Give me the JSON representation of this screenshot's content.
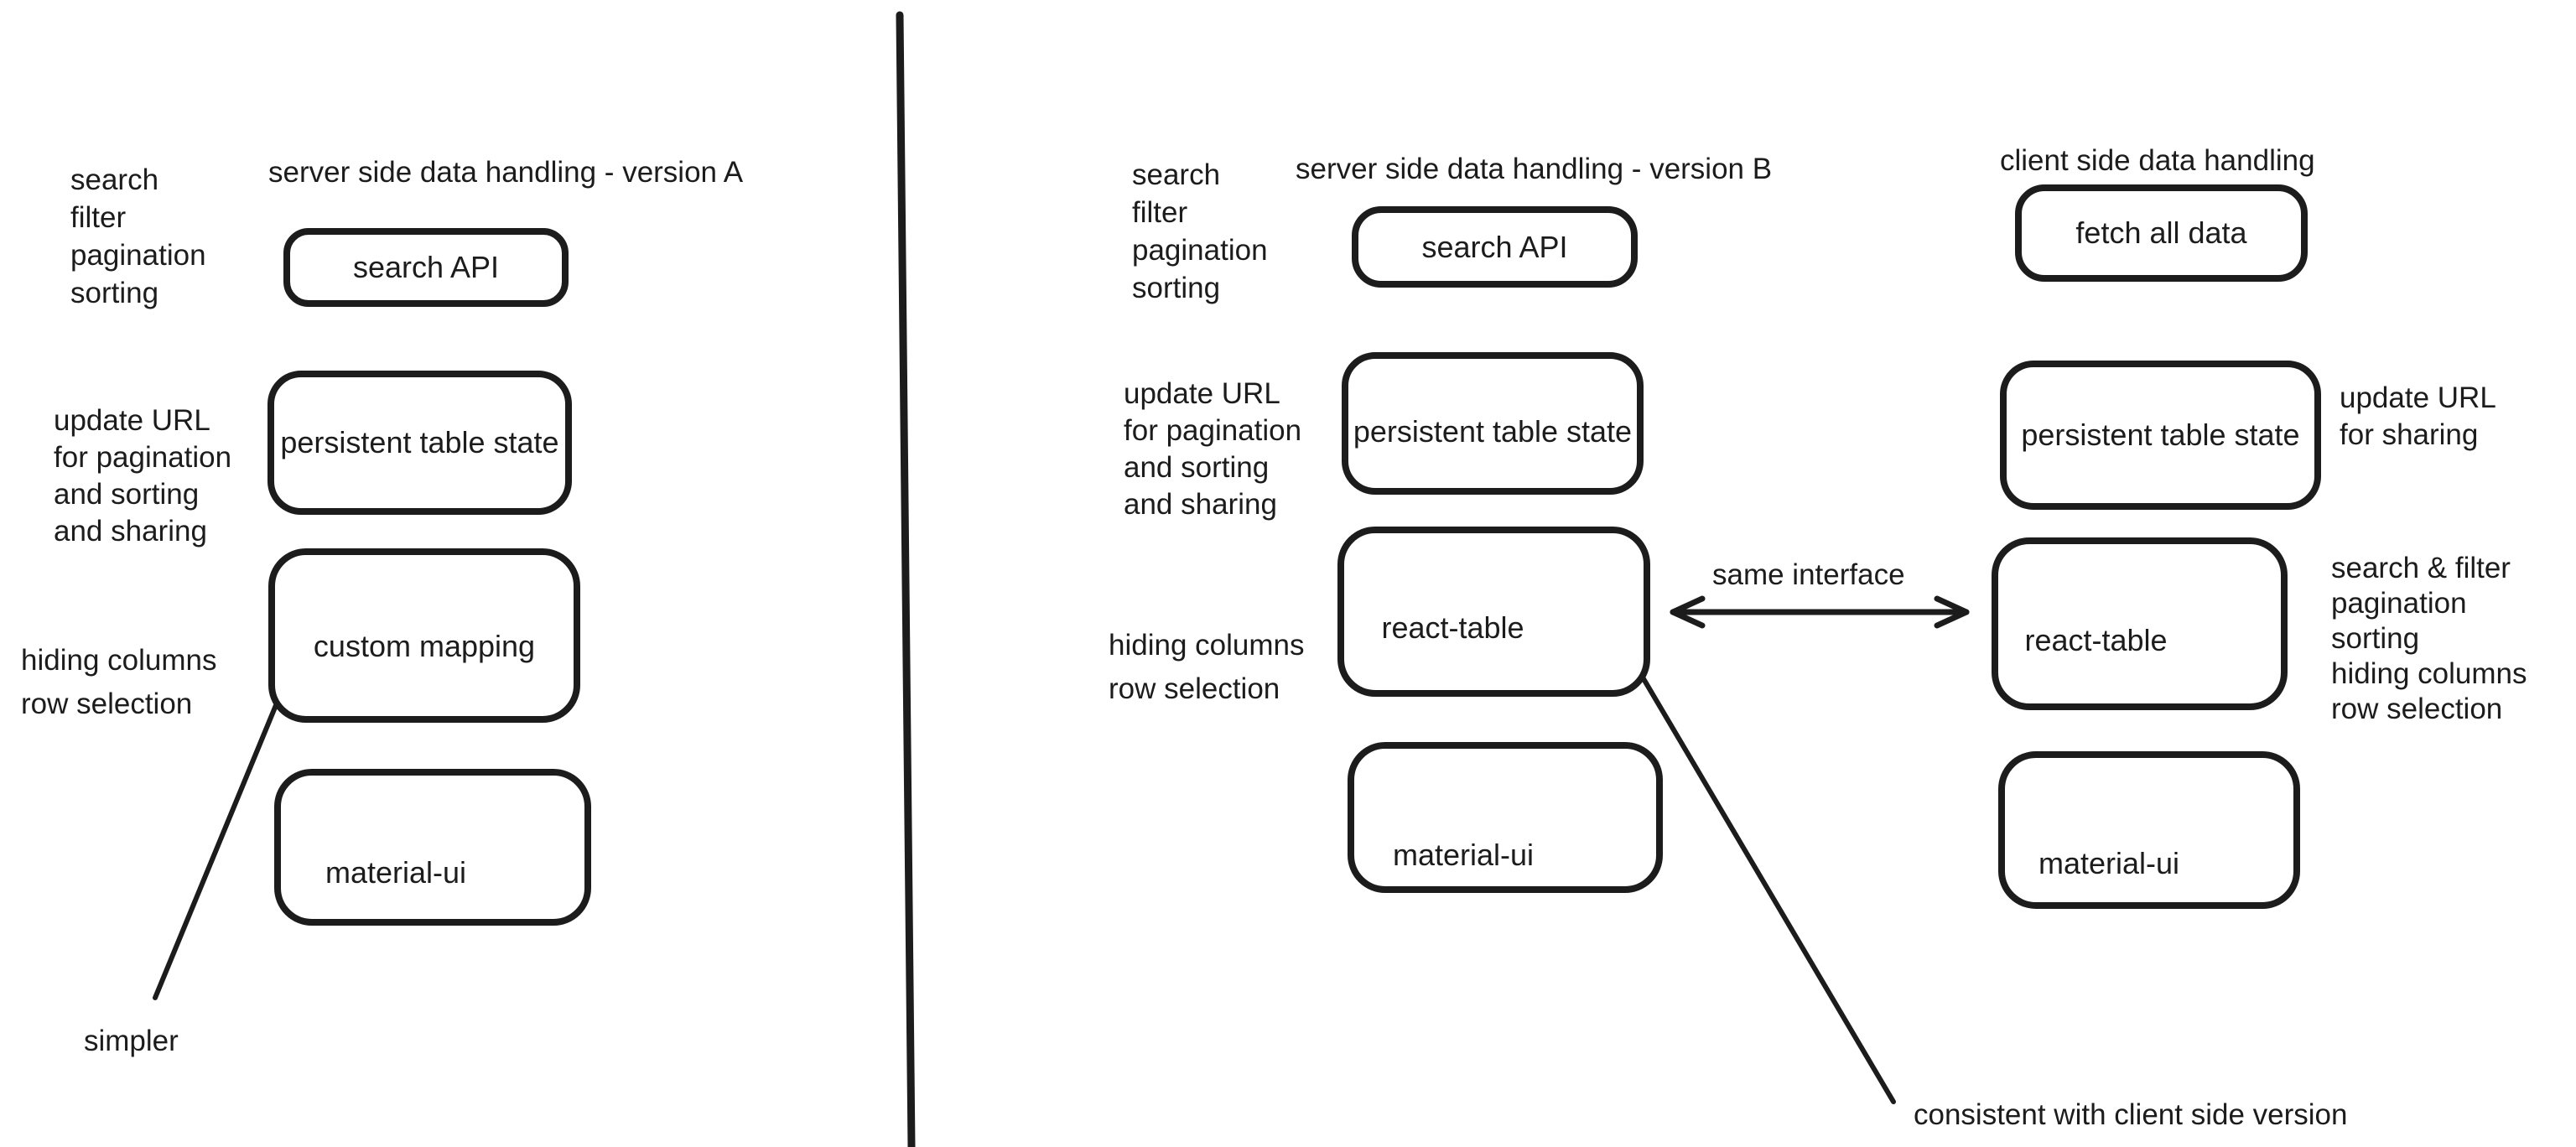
{
  "colors": {
    "ink": "#1c1c1c",
    "background": "#ffffff"
  },
  "columns": {
    "version_a": {
      "title": "server side data handling - version A",
      "feature_notes": [
        "search",
        "filter",
        "pagination",
        "sorting"
      ],
      "update_url_note": [
        "update URL",
        "for pagination",
        "and sorting",
        "and sharing"
      ],
      "table_feature_notes": [
        "hiding columns",
        "row selection"
      ],
      "simpler_note": "simpler",
      "boxes": {
        "search_api": "search API",
        "persistent_table_state": "persistent table state",
        "custom_mapping": "custom mapping",
        "material_ui": "material-ui"
      }
    },
    "version_b": {
      "title": "server side data handling - version B",
      "feature_notes": [
        "search",
        "filter",
        "pagination",
        "sorting"
      ],
      "update_url_note": [
        "update URL",
        "for pagination",
        "and sorting",
        "and sharing"
      ],
      "table_feature_notes": [
        "hiding columns",
        "row selection"
      ],
      "boxes": {
        "search_api": "search API",
        "persistent_table_state": "persistent table state",
        "react_table": "react-table",
        "material_ui": "material-ui"
      }
    },
    "client_side": {
      "title": "client side data handling",
      "update_url_note": [
        "update URL",
        "for sharing"
      ],
      "feature_notes": [
        "search & filter",
        "pagination",
        "sorting",
        "hiding columns",
        "row selection"
      ],
      "boxes": {
        "fetch_all_data": "fetch all data",
        "persistent_table_state": "persistent table state",
        "react_table": "react-table",
        "material_ui": "material-ui"
      }
    }
  },
  "connectors": {
    "same_interface_label": "same interface",
    "consistent_label": "consistent with client side version"
  }
}
